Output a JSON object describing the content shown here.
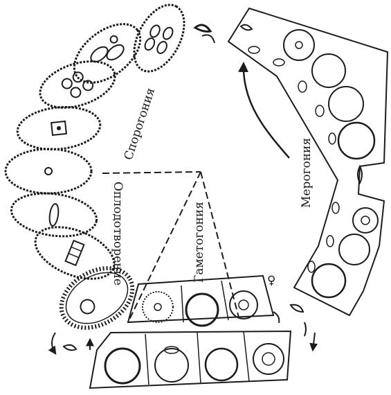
{
  "labels": {
    "sporogony": "Спорогония",
    "merogony": "Мерогония",
    "gametogony": "Гаметогония",
    "fertilization": "Оплодотворение"
  },
  "colors": {
    "ink": "#1c1c1c",
    "paper": "#ffffff",
    "stipple": "#555555"
  },
  "stages": {
    "sporogony_oocysts": 6,
    "fertilization_oocysts": 4,
    "merogony_cells": 8,
    "gametogony_cells_inner": 3,
    "gametogony_cells_outer": 4
  },
  "icons": [
    "sporozoite-icon",
    "merozoite-icon",
    "arrow-icon",
    "oocyst-icon",
    "schizont-icon",
    "gamont-icon"
  ]
}
